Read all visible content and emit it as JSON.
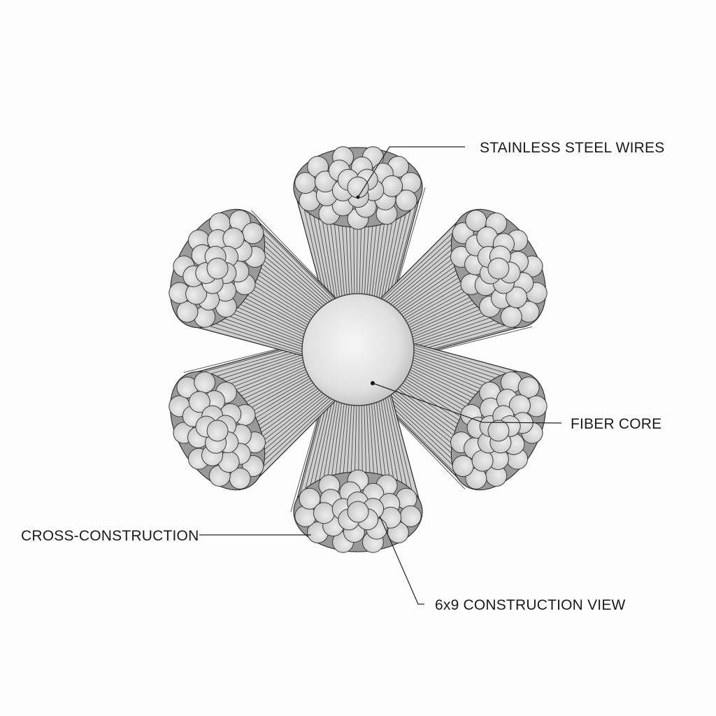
{
  "diagram": {
    "labels": {
      "stainless_steel_wires": "STAINLESS STEEL WIRES",
      "fiber_core": "FIBER CORE",
      "cross_construction": "CROSS-CONSTRUCTION",
      "construction_view": "6x9 CONSTRUCTION VIEW"
    },
    "strand_count": 6,
    "colors": {
      "wire_fill": "#d8d8d8",
      "wire_stroke": "#3a3a3a",
      "core_fill": "#e6e6e6",
      "text": "#1a1a1a"
    }
  }
}
